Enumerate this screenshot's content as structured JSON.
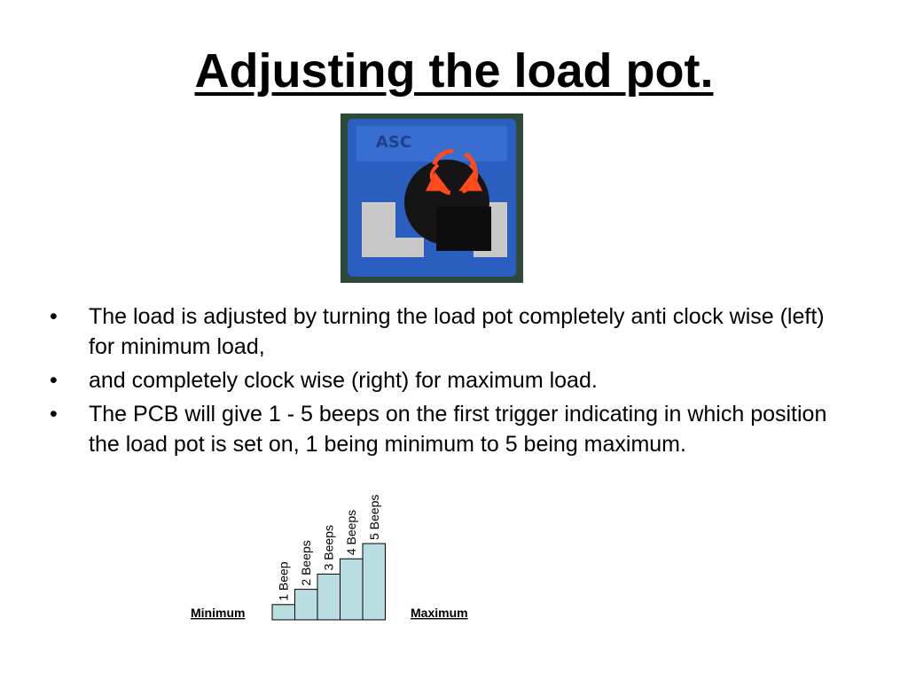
{
  "title": "Adjusting the load pot.",
  "image": {
    "description_icon": "load-pot-photo",
    "arrow_color": "#ff4a1c",
    "pot_color": "#2a5fc0"
  },
  "bullets": [
    "The load is adjusted by turning the load pot completely anti clock wise (left) for minimum load,",
    "and completely clock wise (right) for maximum load.",
    "The PCB will give 1 - 5 beeps on the first trigger indicating in which position the load pot is set on, 1 being minimum to 5 being maximum."
  ],
  "bullet_symbol": "•",
  "chart_data": {
    "type": "bar",
    "categories": [
      "1 Beep",
      "2 Beeps",
      "3 Beeps",
      "4 Beeps",
      "5 Beeps"
    ],
    "values": [
      1,
      2,
      3,
      4,
      5
    ],
    "left_label": "Minimum",
    "right_label": "Maximum",
    "bar_color": "#b9dde1"
  }
}
